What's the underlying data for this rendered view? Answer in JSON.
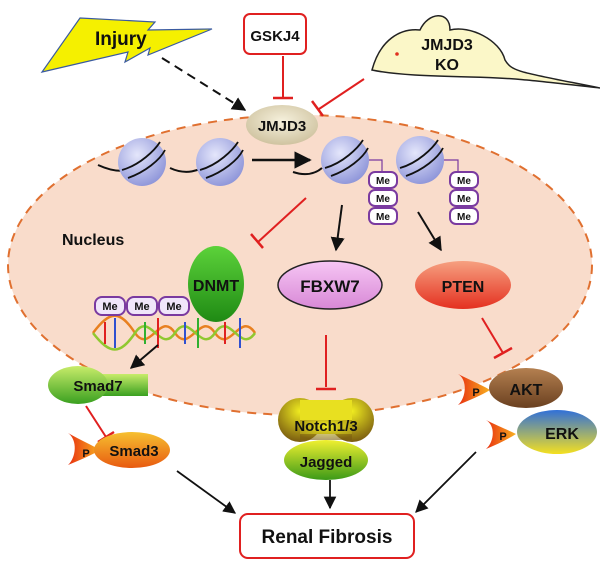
{
  "title": "JMJD3 epigenetic regulation in renal fibrosis",
  "stimuli": {
    "injury": "Injury",
    "inhibitor": "GSKJ4",
    "knockout_line1": "JMJD3",
    "knockout_line2": "KO"
  },
  "nucleus": {
    "label": "Nucleus",
    "enzyme": "JMJD3",
    "methyl_mark": "Me",
    "dnmt": "DNMT",
    "targets": [
      "FBXW7",
      "PTEN"
    ]
  },
  "pathways": {
    "smad7": "Smad7",
    "smad3": "Smad3",
    "phospho": "P",
    "notch": "Notch1/3",
    "jagged": "Jagged",
    "akt": "AKT",
    "erk": "ERK"
  },
  "outcome": "Renal Fibrosis",
  "colors": {
    "activation_arrow": "#111111",
    "inhibition_line": "#e02020",
    "nucleus_fill": "#f9dccb",
    "nucleus_border": "#e07030",
    "injury_bolt": "#f5f000"
  }
}
